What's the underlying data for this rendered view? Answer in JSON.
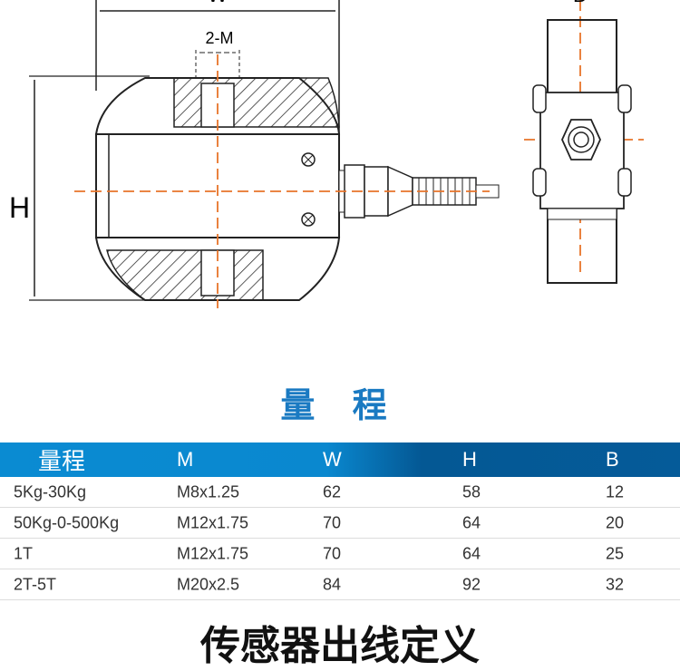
{
  "drawing": {
    "labels": {
      "width": "W",
      "height": "H",
      "thread": "2-M",
      "depth": "B"
    },
    "colors": {
      "line": "#222222",
      "centerline": "#e8742a"
    }
  },
  "range_title": "量 程",
  "table": {
    "headers": [
      "量程",
      "M",
      "W",
      "H",
      "B"
    ],
    "rows": [
      [
        "5Kg-30Kg",
        "M8x1.25",
        "62",
        "58",
        "12"
      ],
      [
        "50Kg-0-500Kg",
        "M12x1.75",
        "70",
        "64",
        "20"
      ],
      [
        "1T",
        "M12x1.75",
        "70",
        "64",
        "25"
      ],
      [
        "2T-5T",
        "M20x2.5",
        "84",
        "92",
        "32"
      ]
    ]
  },
  "bottom_title": "传感器出线定义"
}
